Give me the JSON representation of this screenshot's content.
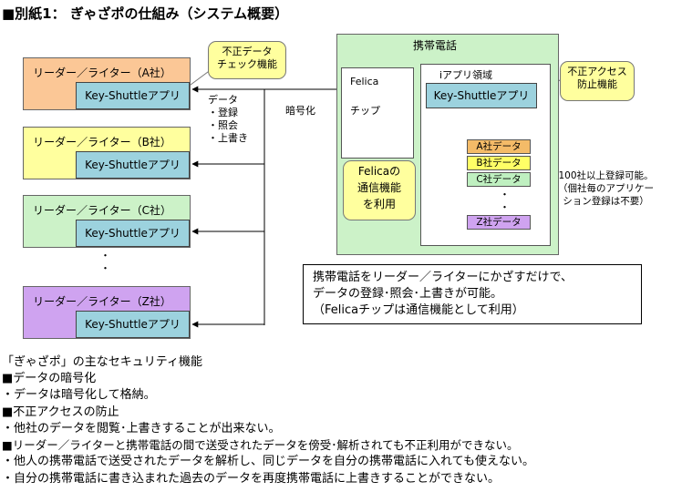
{
  "title": "■別紙1： ぎゃざポの仕組み（システム概要）",
  "readers": [
    {
      "label": "リーダー／ライター（A社）",
      "app": "Key-Shuttleアプリ",
      "color": "#fbc796"
    },
    {
      "label": "リーダー／ライター（B社）",
      "app": "Key-Shuttleアプリ",
      "color": "#ffff9e"
    },
    {
      "label": "リーダー／ライター（C社）",
      "app": "Key-Shuttleアプリ",
      "color": "#ccf2c8"
    },
    {
      "label": "リーダー／ライター（Z社）",
      "app": "Key-Shuttleアプリ",
      "color": "#cfa3f0"
    }
  ],
  "reader_dots": "・\n・",
  "callout_fraud_data": "不正データ\nチェック機能",
  "data_ops": "データ\n・登録\n・照会\n・上書き",
  "encrypt": "暗号化",
  "phone": {
    "title": "携帯電話",
    "felica_line1": "Felica",
    "felica_line2": "チップ",
    "felica_callout": "Felicaの\n通信機能\nを利用",
    "iappli_title": "iアプリ領域",
    "ks_app": "Key-Shuttleアプリ",
    "data_items": [
      {
        "label": "A社データ",
        "color": "#f4bb68"
      },
      {
        "label": "B社データ",
        "color": "#ffff66"
      },
      {
        "label": "C社データ",
        "color": "#bff0c0"
      },
      {
        "label": "Z社データ",
        "color": "#cfa3f0"
      }
    ],
    "data_dots": "・\n・"
  },
  "callout_fraud_access": "不正アクセス\n防止機能",
  "note_100": "100社以上登録可能。\n（個社毎のアプリケー\nション登録は不要）",
  "summary_box": "携帯電話をリーダー／ライターにかざすだけで、\nデータの登録･照会･上書きが可能。\n（Felicaチップは通信機能として利用）",
  "features": [
    "「ぎゃざポ」の主なセキュリティ機能",
    "■データの暗号化",
    "・データは暗号化して格納。",
    "■不正アクセスの防止",
    "・他社のデータを閲覧･上書きすることが出来ない。",
    "■リーダー／ライターと携帯電話の間で送受されたデータを傍受･解析されても不正利用ができない。",
    "・他人の携帯電話で送受されたデータを解析し、同じデータを自分の携帯電話に入れても使えない。",
    "・自分の携帯電話に書き込まれた過去のデータを再度携帯電話に上書きすることができない。"
  ]
}
